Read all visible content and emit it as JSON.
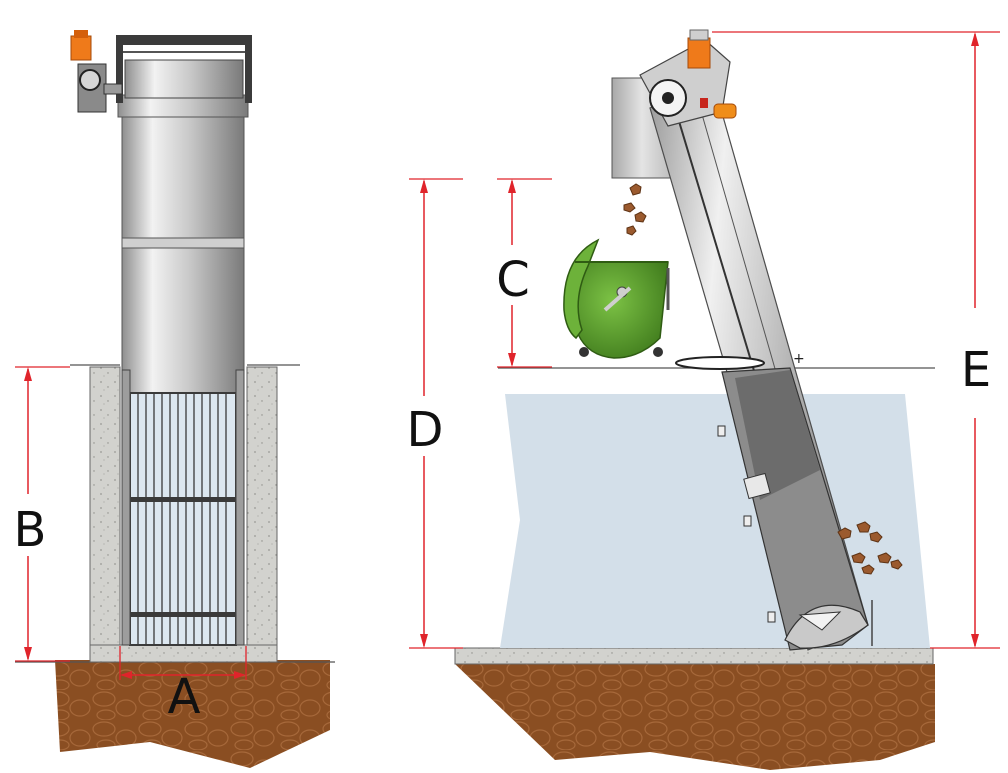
{
  "labels": {
    "a": "A",
    "b": "B",
    "c": "C",
    "d": "D",
    "e": "E"
  },
  "colors": {
    "dimension_line": "#e0242b",
    "soil": "#8a4e22",
    "soil_dark": "#6a3817",
    "concrete": "#cfcfcb",
    "water": "#d3dfe9",
    "steel_light": "#e6e6e6",
    "steel_mid": "#b5b5b5",
    "steel_dark": "#6d6d6d",
    "bin_green": "#5b9e2c",
    "motor_orange": "#ef7a1a",
    "debris": "#9b5a2e"
  }
}
